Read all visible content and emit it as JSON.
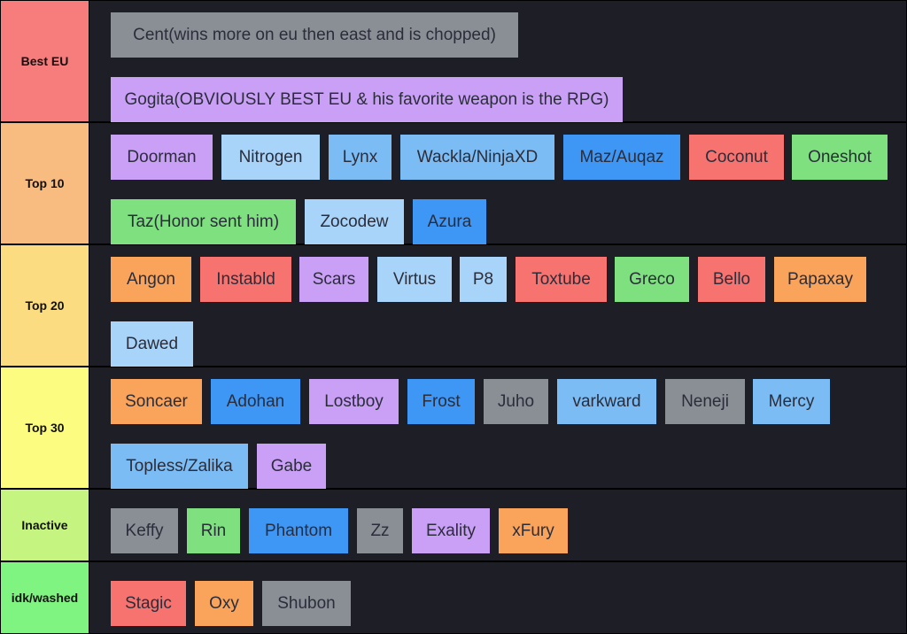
{
  "tiers": [
    {
      "label": "Best EU",
      "color": "#f77c7c",
      "items": [
        {
          "name": "Cent(wins more on eu then east and is chopped)",
          "color": "gray"
        },
        {
          "name": "Gogita(OBVIOUSLY BEST EU & his favorite weapon is the RPG)",
          "color": "lavender"
        }
      ]
    },
    {
      "label": "Top 10",
      "color": "#f9bc80",
      "items": [
        {
          "name": "Doorman",
          "color": "lavender"
        },
        {
          "name": "Nitrogen",
          "color": "light-blue"
        },
        {
          "name": "Lynx",
          "color": "blue"
        },
        {
          "name": "Wackla/NinjaXD",
          "color": "blue"
        },
        {
          "name": "Maz/Auqaz",
          "color": "dark-blue"
        },
        {
          "name": "Coconut",
          "color": "red"
        },
        {
          "name": "Oneshot",
          "color": "green"
        },
        {
          "name": "Taz(Honor sent him)",
          "color": "green"
        },
        {
          "name": "Zocodew",
          "color": "light-blue"
        },
        {
          "name": "Azura",
          "color": "dark-blue"
        }
      ]
    },
    {
      "label": "Top 20",
      "color": "#fcdc80",
      "items": [
        {
          "name": "Angon",
          "color": "orange"
        },
        {
          "name": "Instabld",
          "color": "red"
        },
        {
          "name": "Scars",
          "color": "lavender"
        },
        {
          "name": "Virtus",
          "color": "light-blue"
        },
        {
          "name": "P8",
          "color": "light-blue"
        },
        {
          "name": "Toxtube",
          "color": "red"
        },
        {
          "name": "Greco",
          "color": "green"
        },
        {
          "name": "Bello",
          "color": "red"
        },
        {
          "name": "Papaxay",
          "color": "orange"
        },
        {
          "name": "Dawed",
          "color": "light-blue"
        }
      ]
    },
    {
      "label": "Top 30",
      "color": "#fcfc80",
      "items": [
        {
          "name": "Soncaer",
          "color": "orange"
        },
        {
          "name": "Adohan",
          "color": "dark-blue"
        },
        {
          "name": "Lostboy",
          "color": "lavender"
        },
        {
          "name": "Frost",
          "color": "dark-blue"
        },
        {
          "name": "Juho",
          "color": "gray"
        },
        {
          "name": "varkward",
          "color": "blue"
        },
        {
          "name": "Neneji",
          "color": "gray"
        },
        {
          "name": "Mercy",
          "color": "blue"
        },
        {
          "name": "Topless/Zalika",
          "color": "blue"
        },
        {
          "name": "Gabe",
          "color": "lavender"
        }
      ]
    },
    {
      "label": "Inactive",
      "color": "#c6f480",
      "items": [
        {
          "name": "Keffy",
          "color": "gray"
        },
        {
          "name": "Rin",
          "color": "green"
        },
        {
          "name": "Phantom",
          "color": "dark-blue"
        },
        {
          "name": "Zz",
          "color": "gray"
        },
        {
          "name": "Exality",
          "color": "lavender"
        },
        {
          "name": "xFury",
          "color": "orange"
        }
      ]
    },
    {
      "label": "idk/washed",
      "color": "#80f480",
      "items": [
        {
          "name": "Stagic",
          "color": "red"
        },
        {
          "name": "Oxy",
          "color": "orange"
        },
        {
          "name": "Shubon",
          "color": "gray"
        }
      ]
    }
  ]
}
